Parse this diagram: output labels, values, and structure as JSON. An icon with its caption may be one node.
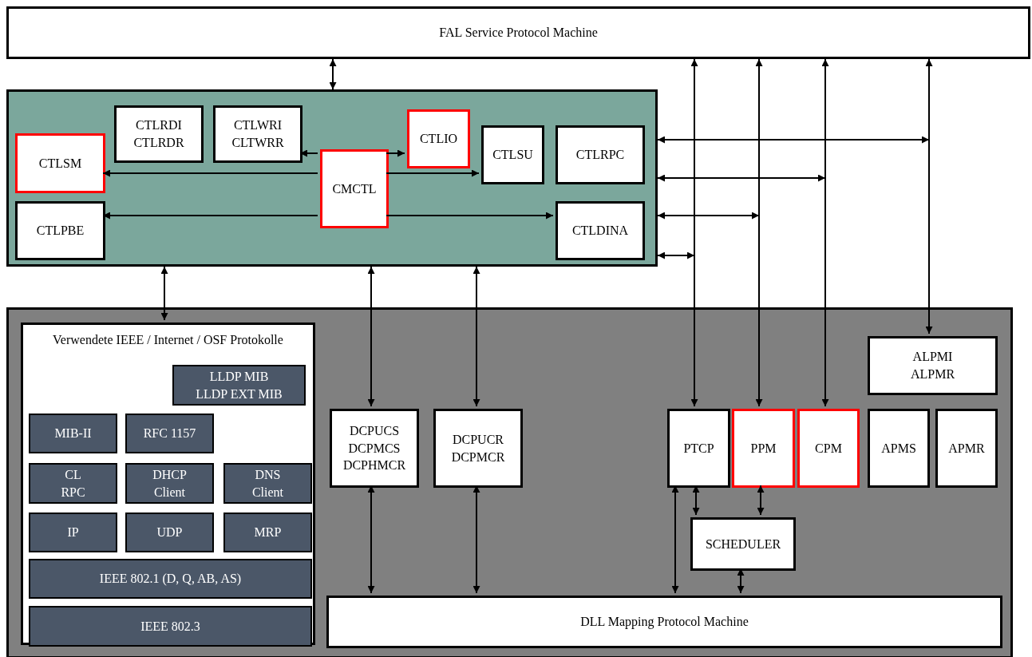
{
  "diagram": {
    "nodes": [
      {
        "text": [
          "FAL Service Protocol Machine"
        ]
      },
      {
        "text": [],
        "shape": "box"
      },
      {
        "text": [
          "CTLSM"
        ],
        "in": 1
      },
      {
        "text": [
          "CTLRDI CTLRDR"
        ],
        "in": 1
      },
      {
        "text": [
          "CTLWRI CLTWRR"
        ],
        "in": 1
      },
      {
        "text": [
          "CTLIO"
        ],
        "in": 1
      },
      {
        "text": [
          "CMCTL"
        ],
        "in": 1
      },
      {
        "text": [
          "CTLSU"
        ],
        "in": 1
      },
      {
        "text": [
          "CTLRPC"
        ],
        "in": 1
      },
      {
        "text": [
          "CTLPBE"
        ],
        "in": 1
      },
      {
        "text": [
          "CTLDINA"
        ],
        "in": 1
      },
      {
        "text": [],
        "shape": "box"
      },
      {
        "text": [
          "Verwendete IEEE / Internet / OSF Protokolle"
        ],
        "in": 11
      },
      {
        "text": [
          "LLDP MIB LLDP EXT MIB"
        ],
        "in": 12
      },
      {
        "text": [
          "MIB-II"
        ],
        "in": 12
      },
      {
        "text": [
          "RFC 1157"
        ],
        "in": 12
      },
      {
        "text": [
          "CL RPC"
        ],
        "in": 12
      },
      {
        "text": [
          "DHCP Client"
        ],
        "in": 12
      },
      {
        "text": [
          "DNS Client"
        ],
        "in": 12
      },
      {
        "text": [
          "IP"
        ],
        "in": 12
      },
      {
        "text": [
          "UDP"
        ],
        "in": 12
      },
      {
        "text": [
          "MRP"
        ],
        "in": 12
      },
      {
        "text": [
          "IEEE 802.1 (D, Q, AB, AS)"
        ],
        "in": 12
      },
      {
        "text": [
          "IEEE 802.3"
        ],
        "in": 12
      },
      {
        "text": [
          "DCPUCS DCPMCS DCPHMCR"
        ],
        "in": 11
      },
      {
        "text": [
          "DCPUCR DCPMCR"
        ],
        "in": 11
      },
      {
        "text": [
          "ALPMI ALPMR"
        ],
        "in": 11
      },
      {
        "text": [
          "PTCP"
        ],
        "in": 11
      },
      {
        "text": [
          "PPM"
        ],
        "in": 11
      },
      {
        "text": [
          "CPM"
        ],
        "in": 11
      },
      {
        "text": [
          "APMS"
        ],
        "in": 11
      },
      {
        "text": [
          "APMR"
        ],
        "in": 11
      },
      {
        "text": [
          "SCHEDULER"
        ],
        "in": 11
      },
      {
        "text": [
          "DLL Mapping Protocol Machine"
        ],
        "in": 11
      }
    ],
    "edges": [
      {
        "from": 0,
        "to": 1,
        "arrow": "both"
      },
      {
        "from": 1,
        "to": 12,
        "arrow": "both"
      },
      {
        "from": 6,
        "to": 4,
        "arrow": "to"
      },
      {
        "from": 6,
        "to": 5,
        "arrow": "to"
      },
      {
        "from": 6,
        "to": 2,
        "arrow": "to"
      },
      {
        "from": 6,
        "to": 7,
        "arrow": "to"
      },
      {
        "from": 6,
        "to": 9,
        "arrow": "to"
      },
      {
        "from": 6,
        "to": 10,
        "arrow": "to"
      },
      {
        "from": 1,
        "to": null,
        "arrow": "both"
      },
      {
        "from": 1,
        "to": null,
        "arrow": "both"
      },
      {
        "from": 1,
        "to": null,
        "arrow": "both"
      },
      {
        "from": 1,
        "to": null,
        "arrow": "both"
      },
      {
        "from": 27,
        "to": 0,
        "arrow": "both"
      },
      {
        "from": 28,
        "to": 0,
        "arrow": "both"
      },
      {
        "from": 29,
        "to": 0,
        "arrow": "both"
      },
      {
        "from": 26,
        "to": 0,
        "arrow": "both"
      },
      {
        "from": 1,
        "to": 24,
        "arrow": "both"
      },
      {
        "from": 1,
        "to": 25,
        "arrow": "both"
      },
      {
        "from": 24,
        "to": 33,
        "arrow": "both"
      },
      {
        "from": 25,
        "to": 33,
        "arrow": "both"
      },
      {
        "from": 27,
        "to": 33,
        "arrow": "both"
      },
      {
        "from": 27,
        "to": 32,
        "arrow": "both"
      },
      {
        "from": 28,
        "to": 32,
        "arrow": "both"
      },
      {
        "from": 32,
        "to": 33,
        "arrow": "both"
      }
    ]
  }
}
